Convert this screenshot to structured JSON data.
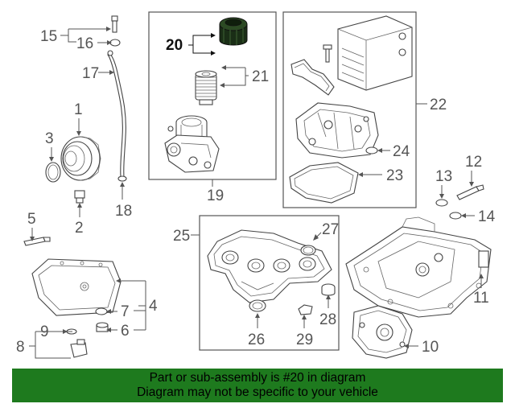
{
  "callouts": {
    "n1": "1",
    "n2": "2",
    "n3": "3",
    "n4": "4",
    "n5": "5",
    "n6": "6",
    "n7": "7",
    "n8": "8",
    "n9": "9",
    "n10": "10",
    "n11": "11",
    "n12": "12",
    "n13": "13",
    "n14": "14",
    "n15": "15",
    "n16": "16",
    "n17": "17",
    "n18": "18",
    "n19": "19",
    "n20": "20",
    "n21": "21",
    "n22": "22",
    "n23": "23",
    "n24": "24",
    "n25": "25",
    "n26": "26",
    "n27": "27",
    "n28": "28",
    "n29": "29"
  },
  "banner": {
    "line1": "Part or sub-assembly is #20 in diagram",
    "line2": "Diagram may not be specific to your vehicle",
    "color": "#1e7a1e"
  }
}
